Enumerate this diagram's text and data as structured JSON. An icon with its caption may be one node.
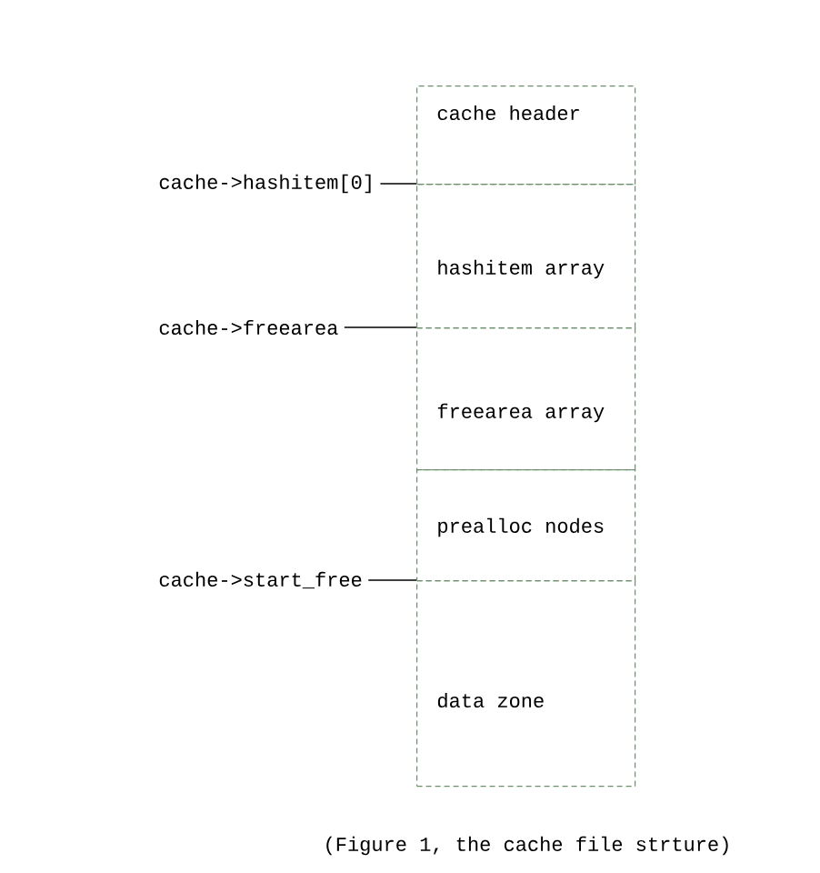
{
  "diagram": {
    "caption": "(Figure 1, the cache file strture)",
    "nodes": [
      {
        "text": [
          "cache header"
        ]
      },
      {
        "text": [
          "hashitem array"
        ]
      },
      {
        "text": [
          "freearea array"
        ]
      },
      {
        "text": [
          "prealloc nodes"
        ]
      },
      {
        "text": [
          "data  zone"
        ]
      },
      {
        "text": [
          "cache->hashitem[0]"
        ]
      },
      {
        "text": [
          "cache->freearea"
        ]
      },
      {
        "text": [
          "cache->start_free"
        ]
      }
    ],
    "edges": [
      {
        "from": 5,
        "to": 1,
        "arrow": "none"
      },
      {
        "from": 6,
        "to": 2,
        "arrow": "none"
      },
      {
        "from": 7,
        "to": 4,
        "arrow": "none"
      }
    ]
  }
}
